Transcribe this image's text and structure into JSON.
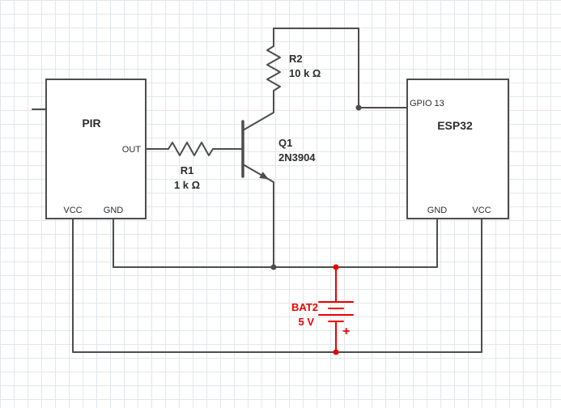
{
  "pir": {
    "label": "PIR",
    "pin_out": "OUT",
    "pin_vcc": "VCC",
    "pin_gnd": "GND"
  },
  "esp32": {
    "label": "ESP32",
    "pin_gpio": "GPIO 13",
    "pin_gnd": "GND",
    "pin_vcc": "VCC"
  },
  "r1": {
    "name": "R1",
    "value": "1 k Ω"
  },
  "r2": {
    "name": "R2",
    "value": "10 k Ω"
  },
  "q1": {
    "name": "Q1",
    "part": "2N3904"
  },
  "bat2": {
    "name": "BAT2",
    "value": "5 V",
    "polarity": "+"
  },
  "colors": {
    "wire": "#4d4d4d",
    "component_text": "#2d2d2d",
    "battery": "#ee0000",
    "grid_line": "#e3e7ea",
    "background": "#ffffff"
  }
}
